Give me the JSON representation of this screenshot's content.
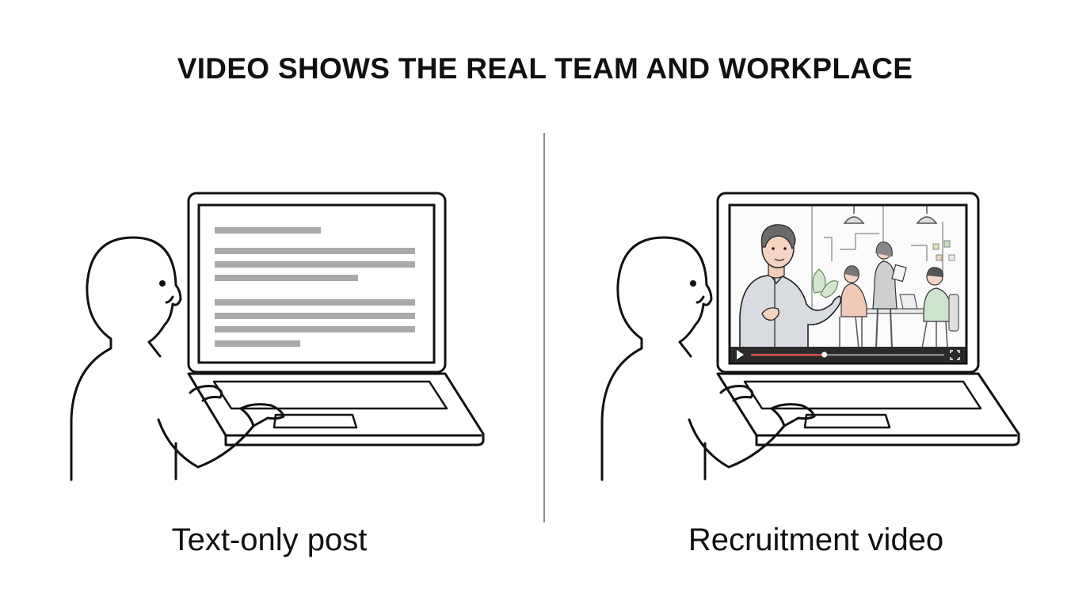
{
  "title": "VIDEO SHOWS THE REAL TEAM AND WORKPLACE",
  "panels": {
    "left": {
      "caption": "Text-only post",
      "screen_content": "text-lines"
    },
    "right": {
      "caption": "Recruitment video",
      "screen_content": "video-player"
    }
  },
  "video_player": {
    "progress": 0.38
  },
  "colors": {
    "outline": "#111111",
    "text_line": "#a9a9a9",
    "divider": "#8c8c8c",
    "progress": "#d9534f",
    "player_bar": "#2a2a2a"
  },
  "icons": [
    "person-icon",
    "laptop-icon",
    "play-icon",
    "fullscreen-icon",
    "pendant-lamp-icon",
    "plant-icon"
  ]
}
